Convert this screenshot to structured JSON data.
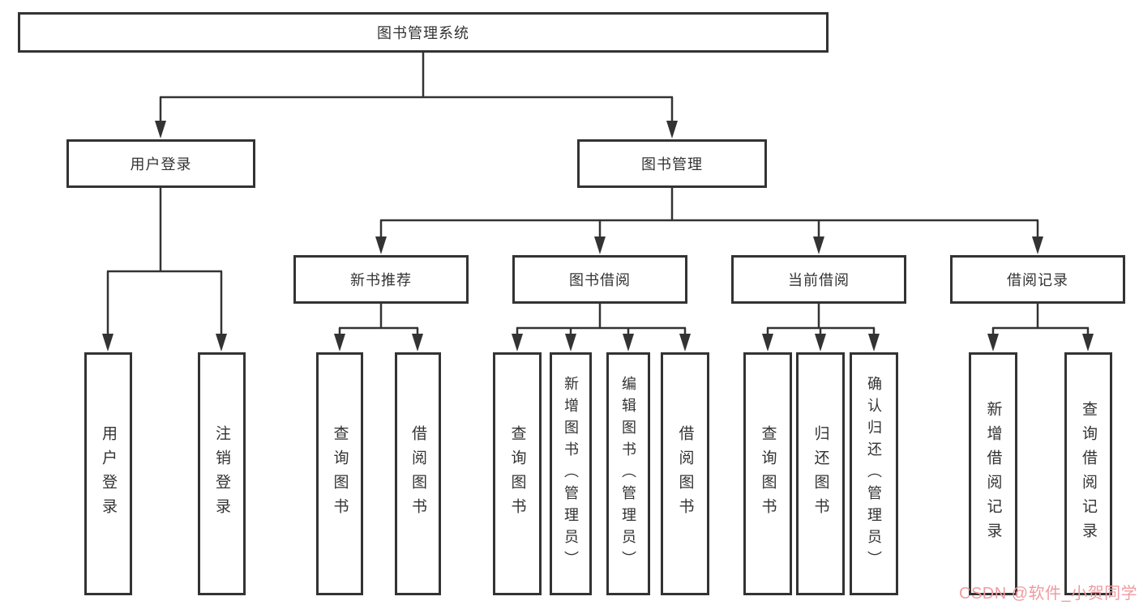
{
  "diagram_type": "hierarchy-tree",
  "nodes": {
    "root": "图书管理系统",
    "user_login": "用户登录",
    "book_mgmt": "图书管理",
    "new_book_rec": "新书推荐",
    "book_borrow": "图书借阅",
    "current_borrow": "当前借阅",
    "borrow_record": "借阅记录",
    "leaf_user_login": "用户登录",
    "leaf_logout": "注销登录",
    "leaf_nb_query_books": "查询图书",
    "leaf_nb_borrow_books": "借阅图书",
    "leaf_bb_query_books": "查询图书",
    "leaf_bb_add_books_admin": "新增图书（管理员）",
    "leaf_bb_edit_books_admin": "编辑图书（管理员）",
    "leaf_bb_borrow_books": "借阅图书",
    "leaf_cb_query_books": "查询图书",
    "leaf_cb_return_books": "归还图书",
    "leaf_cb_confirm_return_admin": "确认归还（管理员）",
    "leaf_br_add_record": "新增借阅记录",
    "leaf_br_query_record": "查询借阅记录"
  },
  "watermark": {
    "text": "CSDN @软件_小贺同学",
    "color": "#f09ba1"
  },
  "colors": {
    "line": "#333333",
    "text": "#333333",
    "background": "#ffffff"
  }
}
